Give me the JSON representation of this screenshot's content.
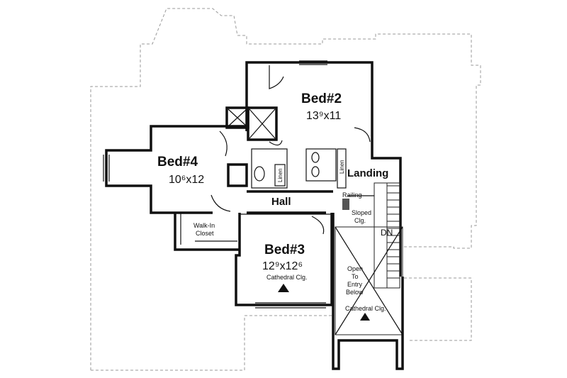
{
  "rooms": {
    "bed2": {
      "name": "Bed#2",
      "size": "13⁹x11"
    },
    "bed4": {
      "name": "Bed#4",
      "size": "10⁶x12"
    },
    "bed3": {
      "name": "Bed#3",
      "size": "12⁹x12⁶",
      "note": "Cathedral Clg."
    },
    "hall": {
      "name": "Hall"
    },
    "landing": {
      "name": "Landing"
    }
  },
  "labels": {
    "linen_1": "Linen",
    "linen_2": "Linen",
    "walkin_line1": "Walk-In",
    "walkin_line2": "Closet",
    "railing": "Railing",
    "sloped_line1": "Sloped",
    "sloped_line2": "Clg.",
    "stairs_dn": "DN",
    "open_line1": "Open",
    "open_line2": "To",
    "open_line3": "Entry",
    "open_line4": "Below",
    "cathedral_lower": "Cathedral Clg."
  },
  "colors": {
    "ink": "#111111",
    "dashed_outline": "#999999",
    "background": "#ffffff"
  }
}
